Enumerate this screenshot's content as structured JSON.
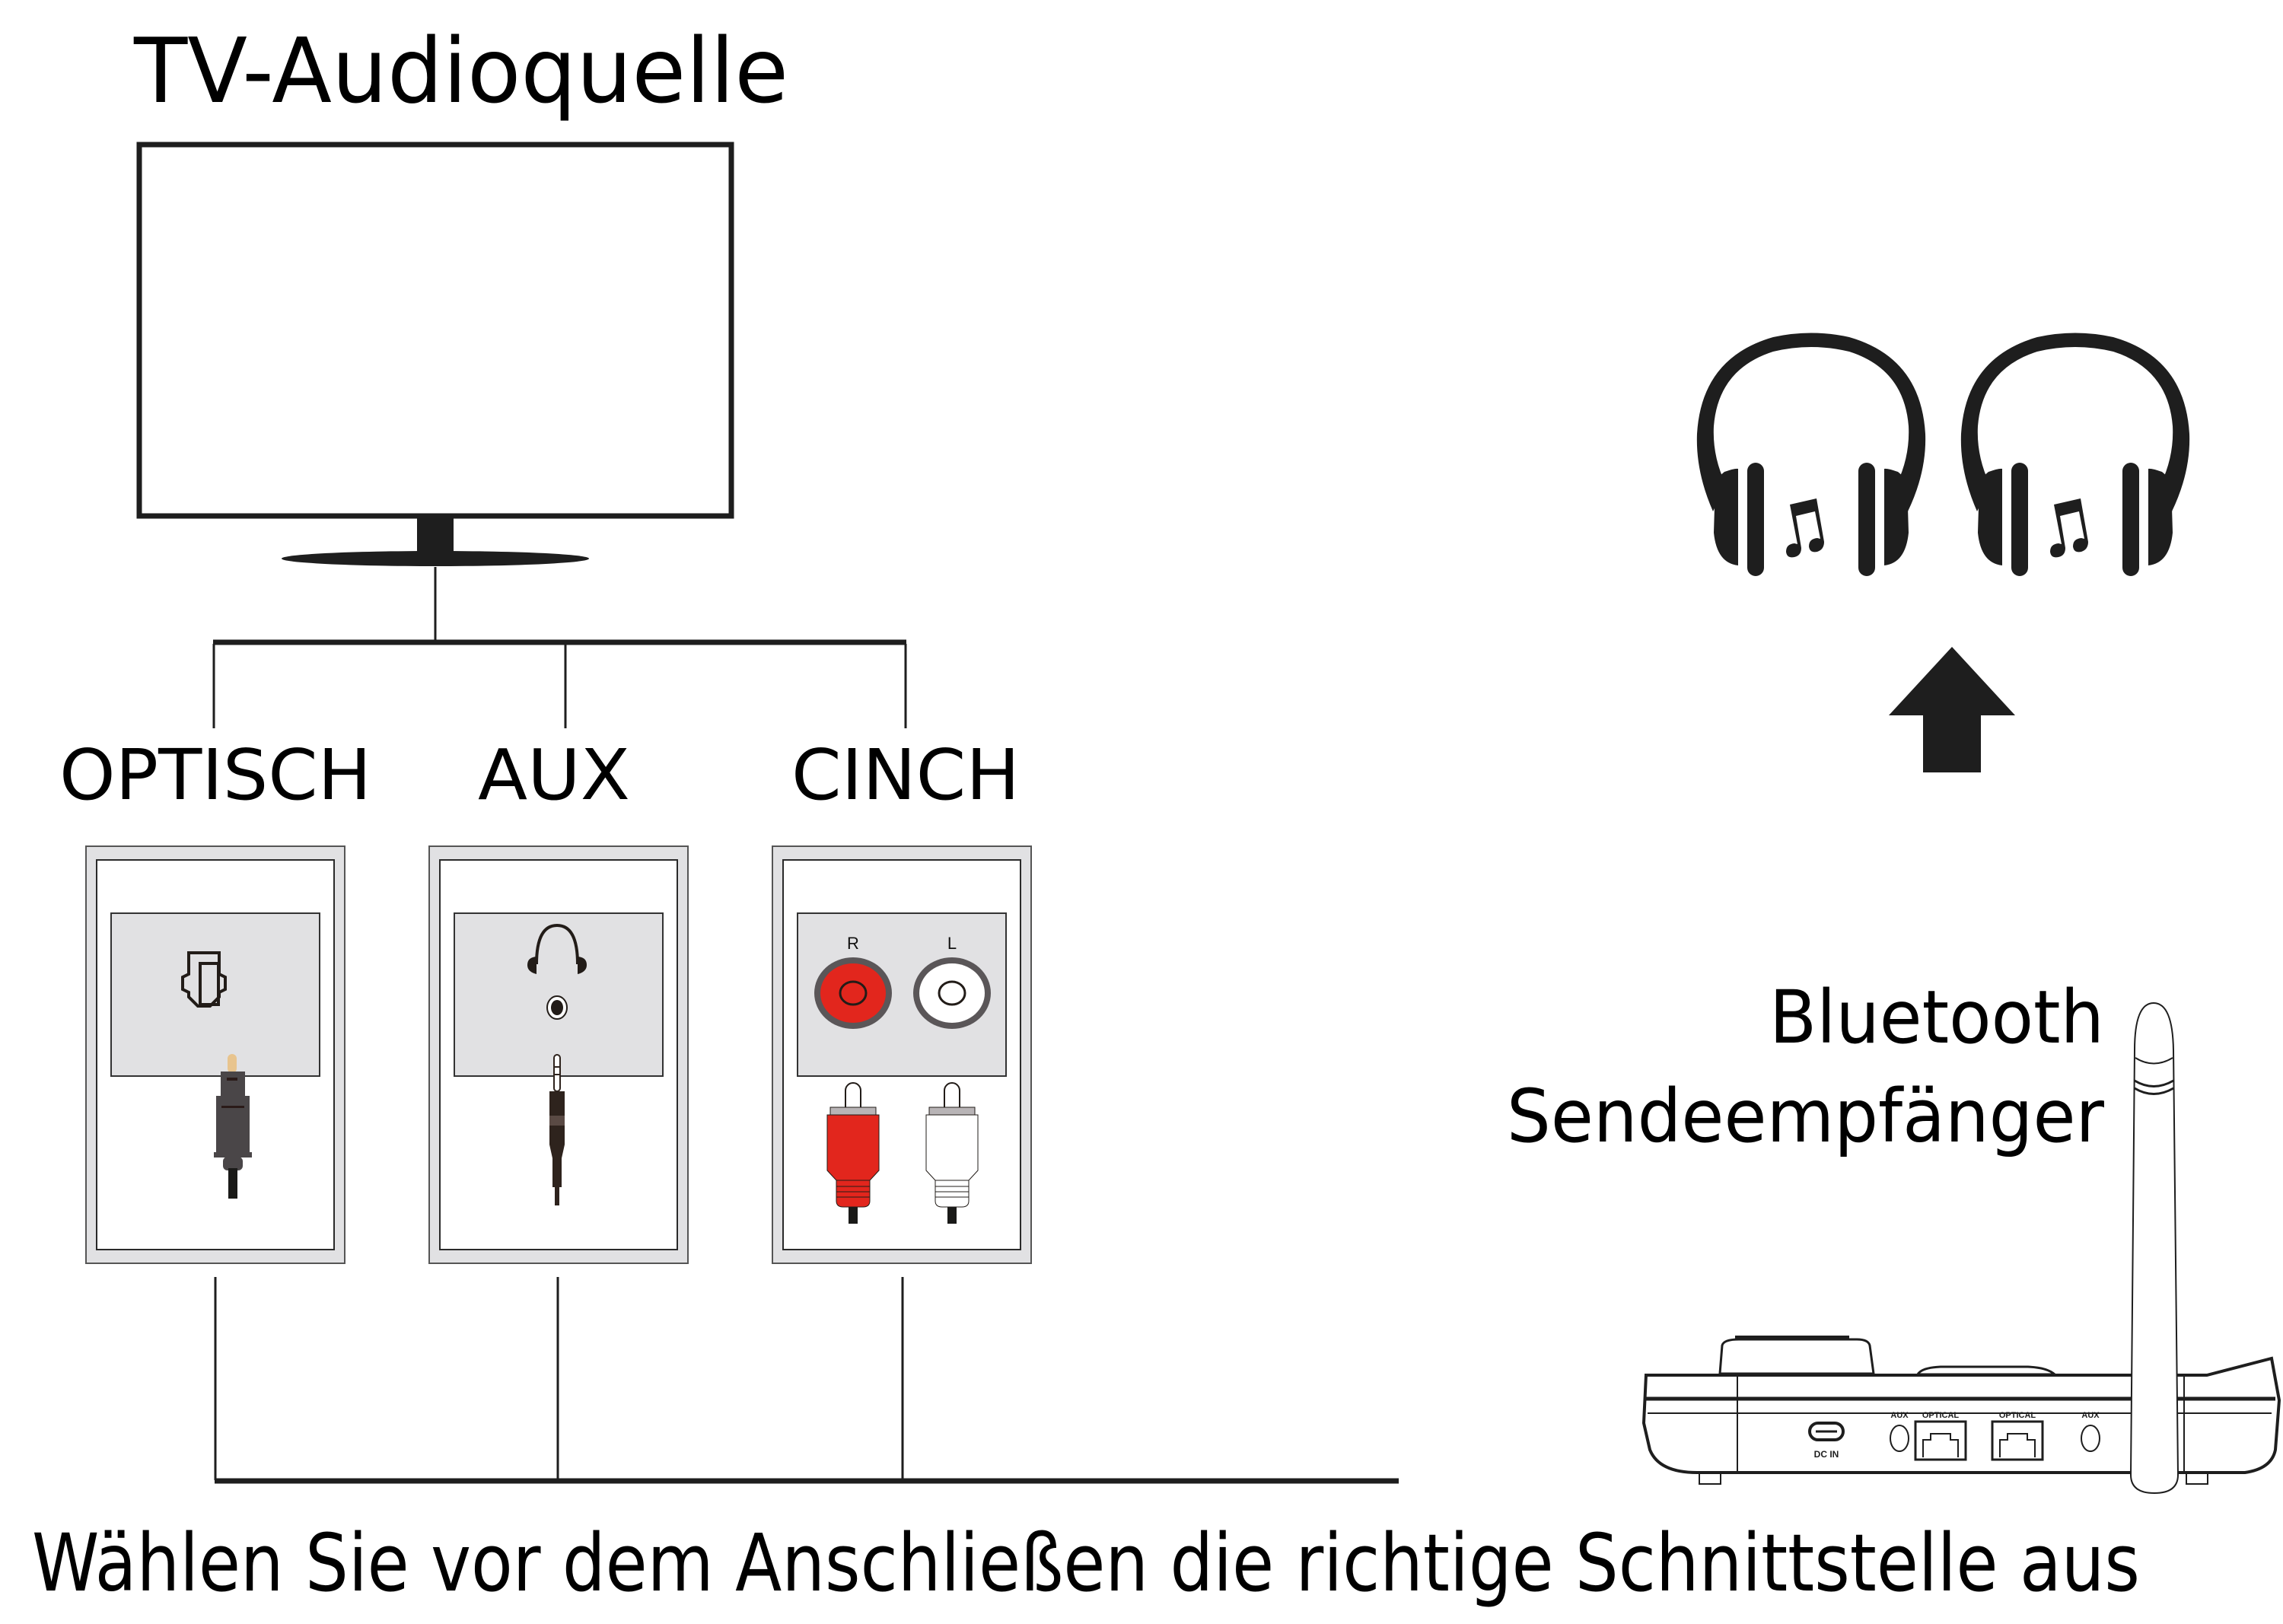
{
  "title": "TV-Audioquelle",
  "interfaces": [
    {
      "id": "optical",
      "label": "OPTISCH"
    },
    {
      "id": "aux",
      "label": "AUX"
    },
    {
      "id": "cinch",
      "label": "CINCH",
      "channels": [
        "R",
        "L"
      ]
    }
  ],
  "device": {
    "label_line1": "Bluetooth",
    "label_line2": "Sendeempfänger",
    "ports": [
      "DC IN",
      "AUX",
      "OPTICAL",
      "OPTICAL",
      "AUX"
    ]
  },
  "icons": {
    "headphones": "headphones-music-icon",
    "arrow": "arrow-up-icon",
    "optical_port": "optical-port-icon",
    "aux_port": "headphone-jack-icon",
    "cinch_port": "rca-port-icon"
  },
  "colors": {
    "ink": "#1e1e1e",
    "panel_gray": "#e1e1e3",
    "rca_red": "#e2261d",
    "optical_plug": "#4a4648",
    "optical_tip": "#e8c48e",
    "aux_plug": "#2e231d"
  },
  "caption": "Wählen Sie vor dem Anschließen die richtige Schnittstelle aus"
}
